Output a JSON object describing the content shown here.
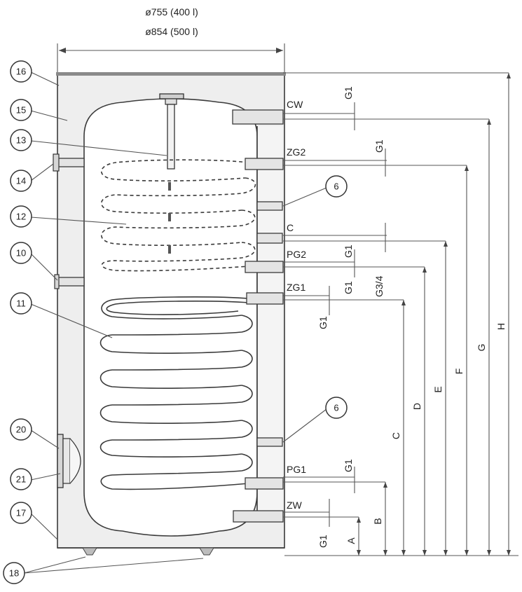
{
  "dimensions": {
    "diameter_400": "ø755 (400 l)",
    "diameter_500": "ø854 (500 l)"
  },
  "connections": {
    "cw": "CW",
    "zg2": "ZG2",
    "c": "C",
    "pg2": "PG2",
    "zg1": "ZG1",
    "pg1": "PG1",
    "zw": "ZW"
  },
  "thread_sizes": {
    "cw": "G1",
    "zg2": "G1",
    "pg2": "G1",
    "c": "G3/4",
    "zg1": "G1",
    "pg1": "G1",
    "zw": "G1"
  },
  "height_labels": {
    "a": "A",
    "b": "B",
    "c": "C",
    "d": "D",
    "e": "E",
    "f": "F",
    "g": "G",
    "h": "H"
  },
  "callouts": {
    "n16": "16",
    "n15": "15",
    "n13": "13",
    "n14": "14",
    "n12": "12",
    "n10": "10",
    "n11": "11",
    "n20": "20",
    "n21": "21",
    "n17": "17",
    "n18": "18",
    "n6_upper": "6",
    "n6_lower": "6"
  }
}
